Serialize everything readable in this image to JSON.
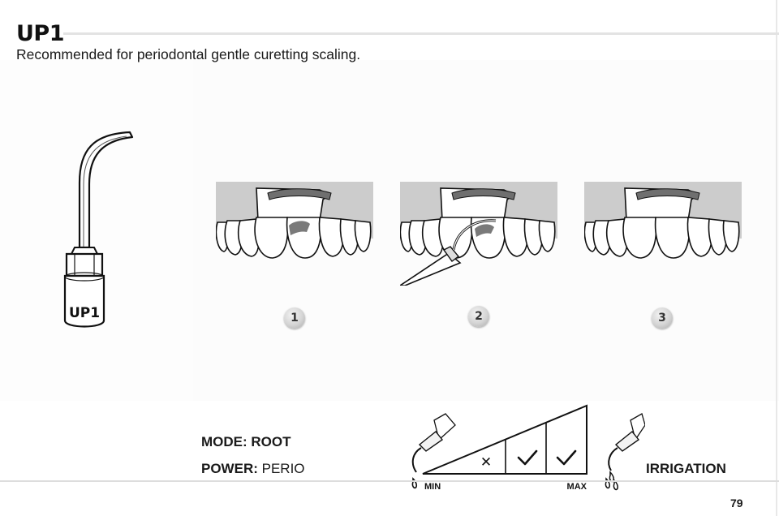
{
  "header": {
    "title": "UP1",
    "subtitle": "Recommended for periodontal gentle curetting scaling."
  },
  "tip": {
    "engraving": "UP1"
  },
  "steps": [
    {
      "number": "1"
    },
    {
      "number": "2"
    },
    {
      "number": "3"
    }
  ],
  "settings": {
    "mode_label": "MODE: ROOT",
    "power_label": "POWER:",
    "power_value": "PERIO",
    "irrigation_label": "IRRIGATION"
  },
  "power_scale": {
    "min_label": "MIN",
    "max_label": "MAX",
    "levels": [
      "not-recommended",
      "recommended",
      "recommended"
    ]
  },
  "footer": {
    "page_number": "79"
  },
  "colors": {
    "gum_shade": "#cccccc",
    "calculus": "#7a7a7a",
    "rule": "#e3e3e3"
  }
}
